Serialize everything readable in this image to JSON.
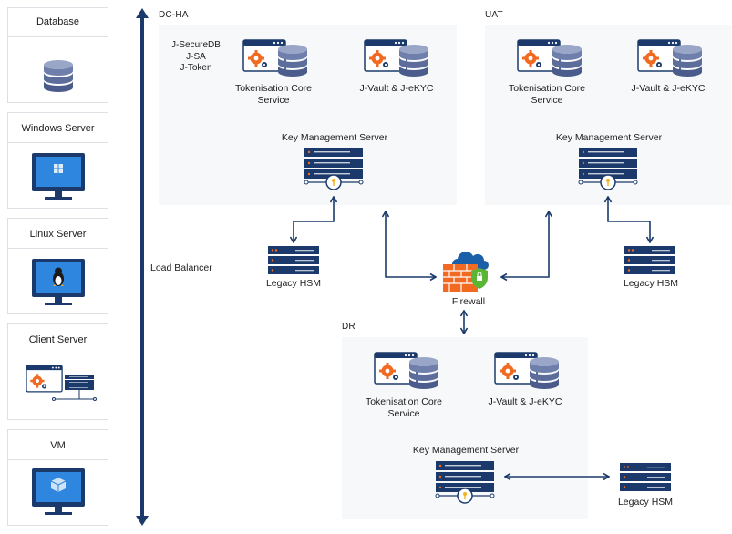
{
  "legend": {
    "database": "Database",
    "windows": "Windows Server",
    "linux": "Linux Server",
    "client": "Client Server",
    "vm": "VM"
  },
  "load_balancer": "Load Balancer",
  "dcha": {
    "title": "DC-HA",
    "apps": [
      "J-SecureDB",
      "J-SA",
      "J-Token"
    ],
    "tokenisation": "Tokenisation Core Service",
    "jvault": "J-Vault & J-eKYC",
    "kms": "Key Management Server"
  },
  "uat": {
    "title": "UAT",
    "tokenisation": "Tokenisation Core Service",
    "jvault": "J-Vault & J-eKYC",
    "kms": "Key Management Server"
  },
  "dr": {
    "title": "DR",
    "tokenisation": "Tokenisation Core Service",
    "jvault": "J-Vault & J-eKYC",
    "kms": "Key Management Server"
  },
  "hsm_left": "Legacy HSM",
  "hsm_right": "Legacy HSM",
  "hsm_dr": "Legacy HSM",
  "firewall": "Firewall",
  "colors": {
    "navy": "#1b3a6b",
    "orange": "#f26a21",
    "panel": "#f7f8f9",
    "screen": "#1e74c9",
    "db": "#7f8fb5"
  }
}
